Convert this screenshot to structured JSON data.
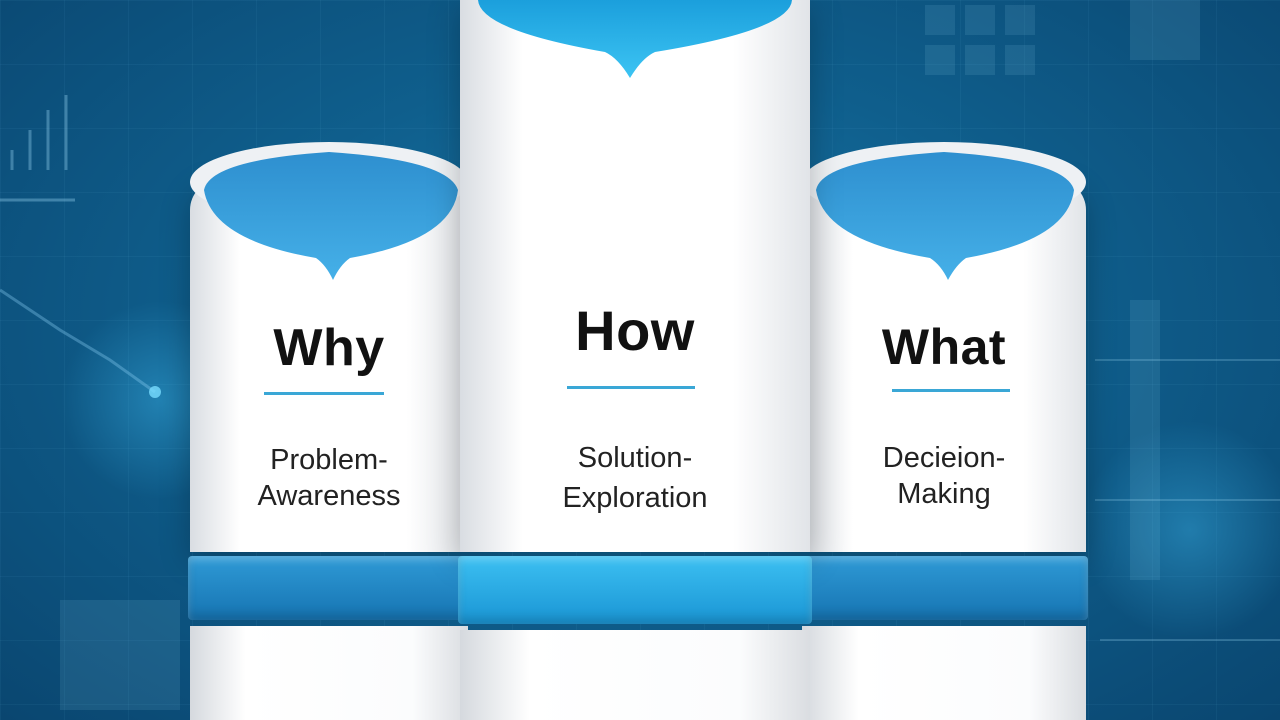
{
  "pillars": [
    {
      "title": "Why",
      "subtitle_line1": "Problem-",
      "subtitle_line2": "Awareness"
    },
    {
      "title": "How",
      "subtitle_line1": "Solution-",
      "subtitle_line2": "Exploration"
    },
    {
      "title": "What",
      "subtitle_line1": "Decieion-",
      "subtitle_line2": "Making"
    }
  ],
  "colors": {
    "background": "#0f5f8d",
    "accent": "#3aa7d6",
    "band_side": "#1f8bc9",
    "band_center": "#27b3ea"
  }
}
